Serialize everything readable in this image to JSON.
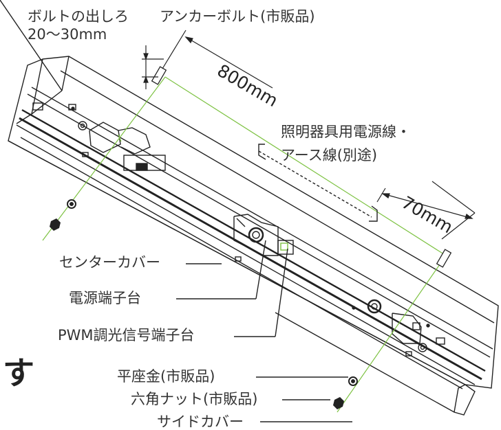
{
  "labels": {
    "bolt_protrusion_line1": "ボルトの出しろ",
    "bolt_protrusion_line2": "20〜30mm",
    "anchor_bolt": "アンカーボルト(市販品)",
    "dim_800": "800mm",
    "power_wire_line1": "照明器具用電源線・",
    "power_wire_line2": "アース線(別途)",
    "dim_70": "70mm",
    "center_cover": "センターカバー",
    "power_terminal": "電源端子台",
    "pwm_terminal": "PWM調光信号端子台",
    "flat_washer": "平座金(市販品)",
    "hex_nut": "六角ナット(市販品)",
    "side_cover": "サイドカバー",
    "partial_char": "す"
  },
  "colors": {
    "line": "#222222",
    "accent_green": "#7dc242",
    "text": "#333333"
  }
}
